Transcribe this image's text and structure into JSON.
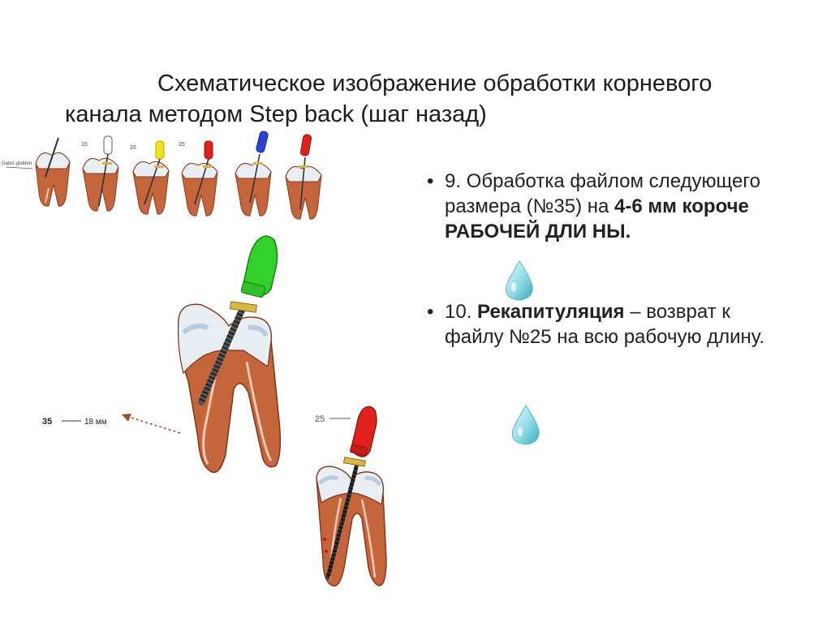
{
  "title": {
    "line1": "Схематическое изображение обработки корневого",
    "line2": "канала методом Step back (шаг назад)"
  },
  "bullets": [
    {
      "marker": "•",
      "normal": "9.  Обработка файлом следующего размера (№35) на ",
      "bold": "4-6 мм короче РАБОЧЕЙ ДЛИ НЫ."
    },
    {
      "marker": "•",
      "number": "10.  ",
      "bold": "Рекапитуляция",
      "normal": " – возврат к файлу №25 на всю рабочую длину."
    }
  ],
  "strip_labels": [
    "Gates glidden",
    "15",
    "20",
    "25",
    "",
    ""
  ],
  "main_figure": {
    "size_label": "35",
    "length_label": "18 мм"
  },
  "recap_figure": {
    "size_label": "25"
  },
  "colors": {
    "root": "#c4653c",
    "root_dark": "#a54c2a",
    "crown": "#e9eef3",
    "crown_blue": "#a9c3dc",
    "green_handle": "#31d12b",
    "red_handle": "#e0211b",
    "yellow_handle": "#f1e21a",
    "blue_handle": "#2743d6",
    "stopper": "#d9b54a",
    "drop": "#7ecfdc"
  }
}
